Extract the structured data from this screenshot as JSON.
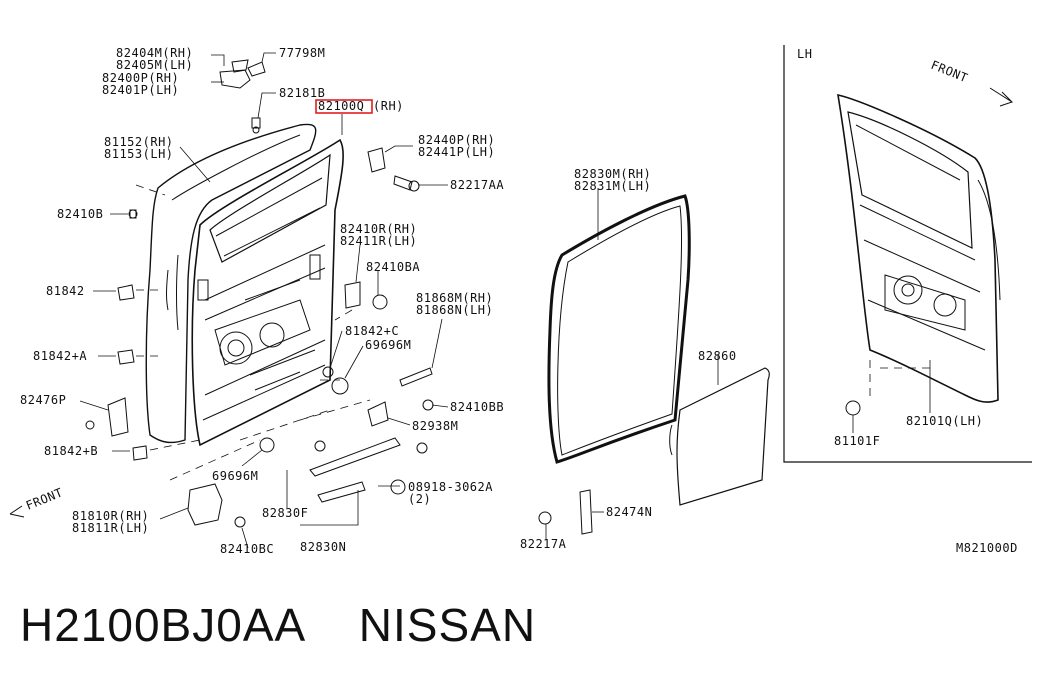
{
  "footer": {
    "part_number": "H2100BJ0AA",
    "brand": "NISSAN"
  },
  "diagram": {
    "code": "M821000D",
    "lh_panel_title": "LH",
    "front_top": "FRONT",
    "front_bottom": "FRONT",
    "highlight_color": "#e02020",
    "labels": {
      "l82404m": "82404M(RH)",
      "l82405m": "82405M(LH)",
      "l82400p": "82400P(RH)",
      "l82401p": "82401P(LH)",
      "l77798m": "77798M",
      "l82181b": "82181B",
      "l82100q": "82100Q",
      "l82100q_rh": "(RH)",
      "l81152": "81152(RH)",
      "l81153": "81153(LH)",
      "l82440p": "82440P(RH)",
      "l82441p": "82441P(LH)",
      "l82217aa": "82217AA",
      "l82410b": "82410B",
      "l82410r": "82410R(RH)",
      "l82411r": "82411R(LH)",
      "l82410ba": "82410BA",
      "l81842": "81842",
      "l81868m": "81868M(RH)",
      "l81868n": "81868N(LH)",
      "l81842c": "81842+C",
      "l69696m_a": "69696M",
      "l81842a": "81842+A",
      "l82476p": "82476P",
      "l82410bb": "82410BB",
      "l82938m": "82938M",
      "l81842b": "81842+B",
      "l69696m_b": "69696M",
      "l08918": "08918-3062A",
      "l08918_qty": "(2)",
      "l81810r": "81810R(RH)",
      "l81811r": "81811R(LH)",
      "l82830f": "82830F",
      "l82410bc": "82410BC",
      "l82830n": "82830N",
      "l82830m": "82830M(RH)",
      "l82831m": "82831M(LH)",
      "l82860": "82860",
      "l82217a": "82217A",
      "l82474n": "82474N",
      "l81101f": "81101F",
      "l82101q": "82101Q(LH)"
    }
  }
}
